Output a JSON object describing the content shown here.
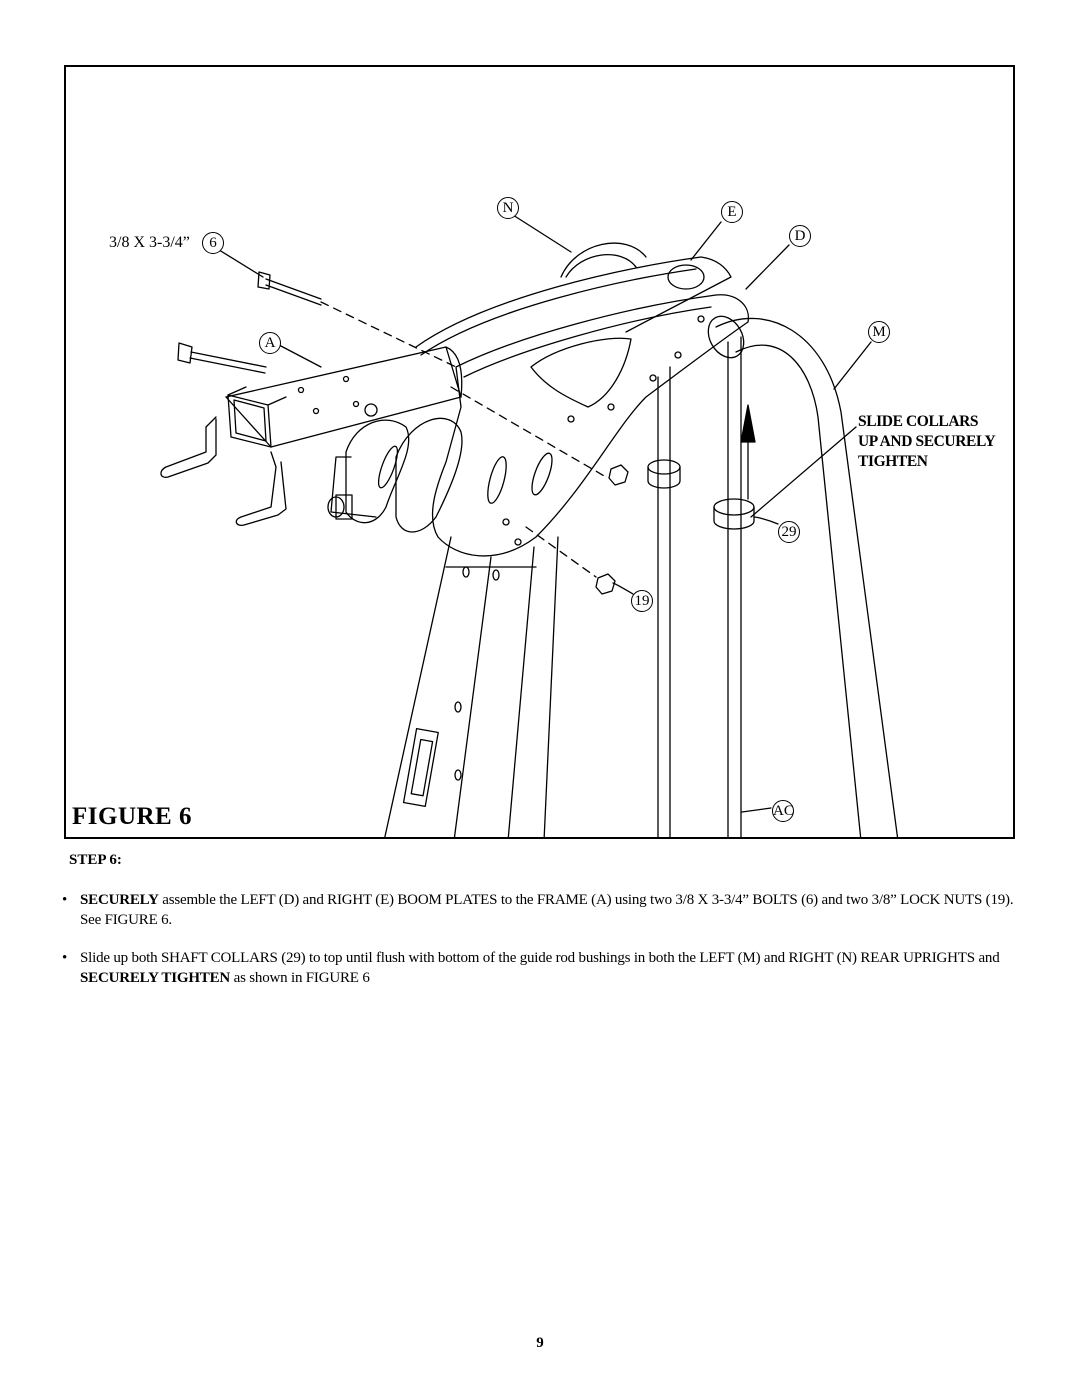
{
  "figure": {
    "caption": "FIGURE 6",
    "callouts": {
      "bolt_spec": "3/8 X 3-3/4”",
      "bolt_num": "6",
      "a": "A",
      "n": "N",
      "e": "E",
      "d": "D",
      "m": "M",
      "nut_num": "19",
      "collar_num": "29",
      "ac": "AC"
    },
    "note_lines": [
      "SLIDE COLLARS",
      "UP AND SECURELY",
      "TIGHTEN"
    ]
  },
  "step": {
    "heading": "STEP 6:",
    "bullet_symbol": "•",
    "bullet1": {
      "bold": "SECURELY",
      "text": " assemble the LEFT (D) and RIGHT (E) BOOM PLATES to the FRAME (A) using two 3/8 X 3-3/4” BOLTS (6) and two 3/8” LOCK NUTS (19). See FIGURE 6."
    },
    "bullet2": {
      "text_before": "Slide up both SHAFT COLLARS (29) to top until flush with bottom of the guide rod bushings in both the LEFT (M) and RIGHT (N) REAR UPRIGHTS and ",
      "bold": "SECURELY TIGHTEN",
      "text_after": " as shown in FIGURE 6"
    }
  },
  "page_number": "9"
}
